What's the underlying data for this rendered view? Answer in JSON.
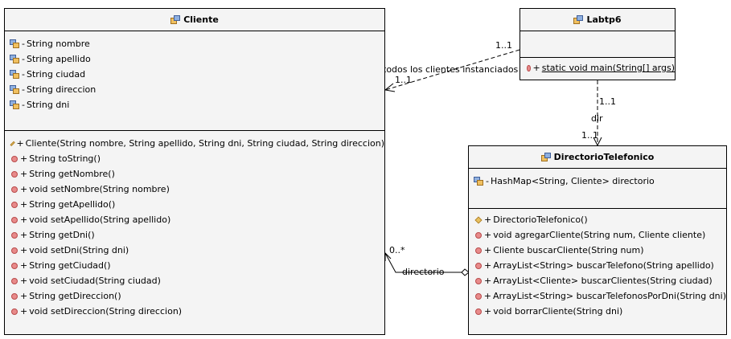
{
  "classes": {
    "cliente": {
      "name": "Cliente",
      "attributes": [
        {
          "vis": "-",
          "text": "String nombre"
        },
        {
          "vis": "-",
          "text": "String apellido"
        },
        {
          "vis": "-",
          "text": "String ciudad"
        },
        {
          "vis": "-",
          "text": "String direccion"
        },
        {
          "vis": "-",
          "text": "String dni"
        }
      ],
      "methods": [
        {
          "vis": "+",
          "text": "Cliente(String nombre, String apellido, String dni, String ciudad, String direccion)",
          "kind": "constructor"
        },
        {
          "vis": "+",
          "text": "String toString()",
          "kind": "method"
        },
        {
          "vis": "+",
          "text": "String getNombre()",
          "kind": "method"
        },
        {
          "vis": "+",
          "text": "void setNombre(String nombre)",
          "kind": "method"
        },
        {
          "vis": "+",
          "text": "String getApellido()",
          "kind": "method"
        },
        {
          "vis": "+",
          "text": "void setApellido(String apellido)",
          "kind": "method"
        },
        {
          "vis": "+",
          "text": "String getDni()",
          "kind": "method"
        },
        {
          "vis": "+",
          "text": "void setDni(String dni)",
          "kind": "method"
        },
        {
          "vis": "+",
          "text": "String getCiudad()",
          "kind": "method"
        },
        {
          "vis": "+",
          "text": "void setCiudad(String ciudad)",
          "kind": "method"
        },
        {
          "vis": "+",
          "text": "String getDireccion()",
          "kind": "method"
        },
        {
          "vis": "+",
          "text": "void setDireccion(String direccion)",
          "kind": "method"
        }
      ]
    },
    "labtp6": {
      "name": "Labtp6",
      "attributes": [],
      "methods": [
        {
          "vis": "+",
          "text": "static void main(String[] args)",
          "kind": "method"
        }
      ]
    },
    "directorio": {
      "name": "DirectorioTelefonico",
      "attributes": [
        {
          "vis": "-",
          "text": "HashMap<String, Cliente> directorio"
        }
      ],
      "methods": [
        {
          "vis": "+",
          "text": "DirectorioTelefonico()",
          "kind": "constructor"
        },
        {
          "vis": "+",
          "text": "void agregarCliente(String num, Cliente cliente)",
          "kind": "method"
        },
        {
          "vis": "+",
          "text": "Cliente buscarCliente(String num)",
          "kind": "method"
        },
        {
          "vis": "+",
          "text": "ArrayList<String> buscarTelefono(String apellido)",
          "kind": "method"
        },
        {
          "vis": "+",
          "text": "ArrayList<Cliente> buscarClientes(String ciudad)",
          "kind": "method"
        },
        {
          "vis": "+",
          "text": "ArrayList<String> buscarTelefonosPorDni(String dni)",
          "kind": "method"
        },
        {
          "vis": "+",
          "text": "void borrarCliente(String dni)",
          "kind": "method"
        }
      ]
    }
  },
  "relations": {
    "labtp6_cliente": {
      "source_mult": "1..1",
      "target_mult": "1..1",
      "label": "todos los clientes instanciados"
    },
    "labtp6_directorio": {
      "source_mult": "1..1",
      "target_mult": "1..1",
      "label": "dir"
    },
    "directorio_cliente": {
      "target_mult": "0..*",
      "label": "directorio"
    }
  },
  "colors": {
    "box_fill": "#f4f4f4",
    "method_icon": "#e88a8a",
    "constructor_icon": "#e8c060",
    "field_icon": "#6d8fc4"
  }
}
